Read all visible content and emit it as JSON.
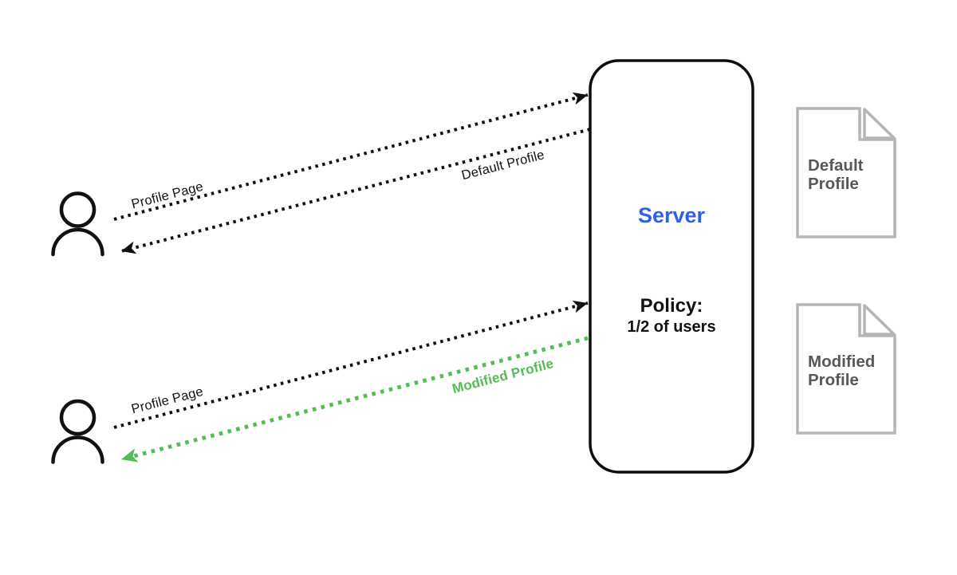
{
  "colors": {
    "line_black": "#111111",
    "server_border": "#0d0d0d",
    "server_title_blue": "#2e5ff2",
    "flow_green": "#57ba57",
    "doc_border_gray": "#b5b5b5",
    "doc_text_gray": "#58585a"
  },
  "server": {
    "title": "Server",
    "policy_label": "Policy:",
    "policy_value": "1/2 of users"
  },
  "flows": {
    "top_request": "Profile Page",
    "top_response": "Default Profile",
    "bottom_request": "Profile Page",
    "bottom_response": "Modified Profile"
  },
  "documents": [
    {
      "line1": "Default",
      "line2": "Profile"
    },
    {
      "line1": "Modified",
      "line2": "Profile"
    }
  ],
  "icons": {
    "user": "user-silhouette-icon",
    "document": "document-dog-ear-icon",
    "arrowhead": "arrowhead-icon"
  }
}
